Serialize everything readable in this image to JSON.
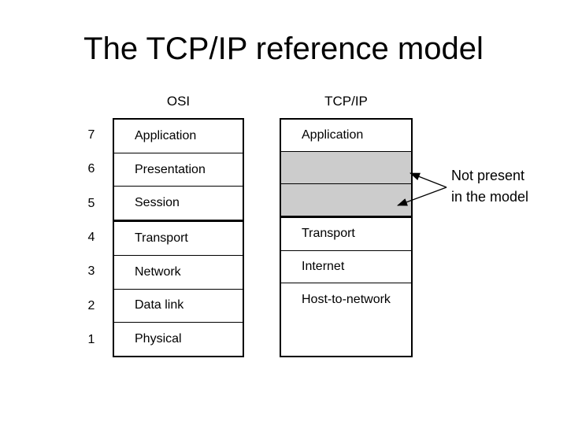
{
  "slide": {
    "title": "The TCP/IP reference model",
    "background_color": "#ffffff",
    "text_color": "#000000"
  },
  "diagram": {
    "osi": {
      "header": "OSI",
      "layers": [
        {
          "number": "7",
          "label": "Application"
        },
        {
          "number": "6",
          "label": "Presentation"
        },
        {
          "number": "5",
          "label": "Session"
        },
        {
          "number": "4",
          "label": "Transport"
        },
        {
          "number": "3",
          "label": "Network"
        },
        {
          "number": "2",
          "label": "Data link"
        },
        {
          "number": "1",
          "label": "Physical"
        }
      ]
    },
    "tcpip": {
      "header": "TCP/IP",
      "shade_color": "#cccccc",
      "layers": [
        {
          "label": "Application",
          "shaded": false
        },
        {
          "label": "",
          "shaded": true
        },
        {
          "label": "",
          "shaded": true
        },
        {
          "label": "Transport",
          "shaded": false
        },
        {
          "label": "Internet",
          "shaded": false
        },
        {
          "label": "Host-to-network",
          "shaded": false
        }
      ]
    },
    "annotation": {
      "line1": "Not present",
      "line2": "in the model"
    },
    "line_color": "#000000"
  }
}
